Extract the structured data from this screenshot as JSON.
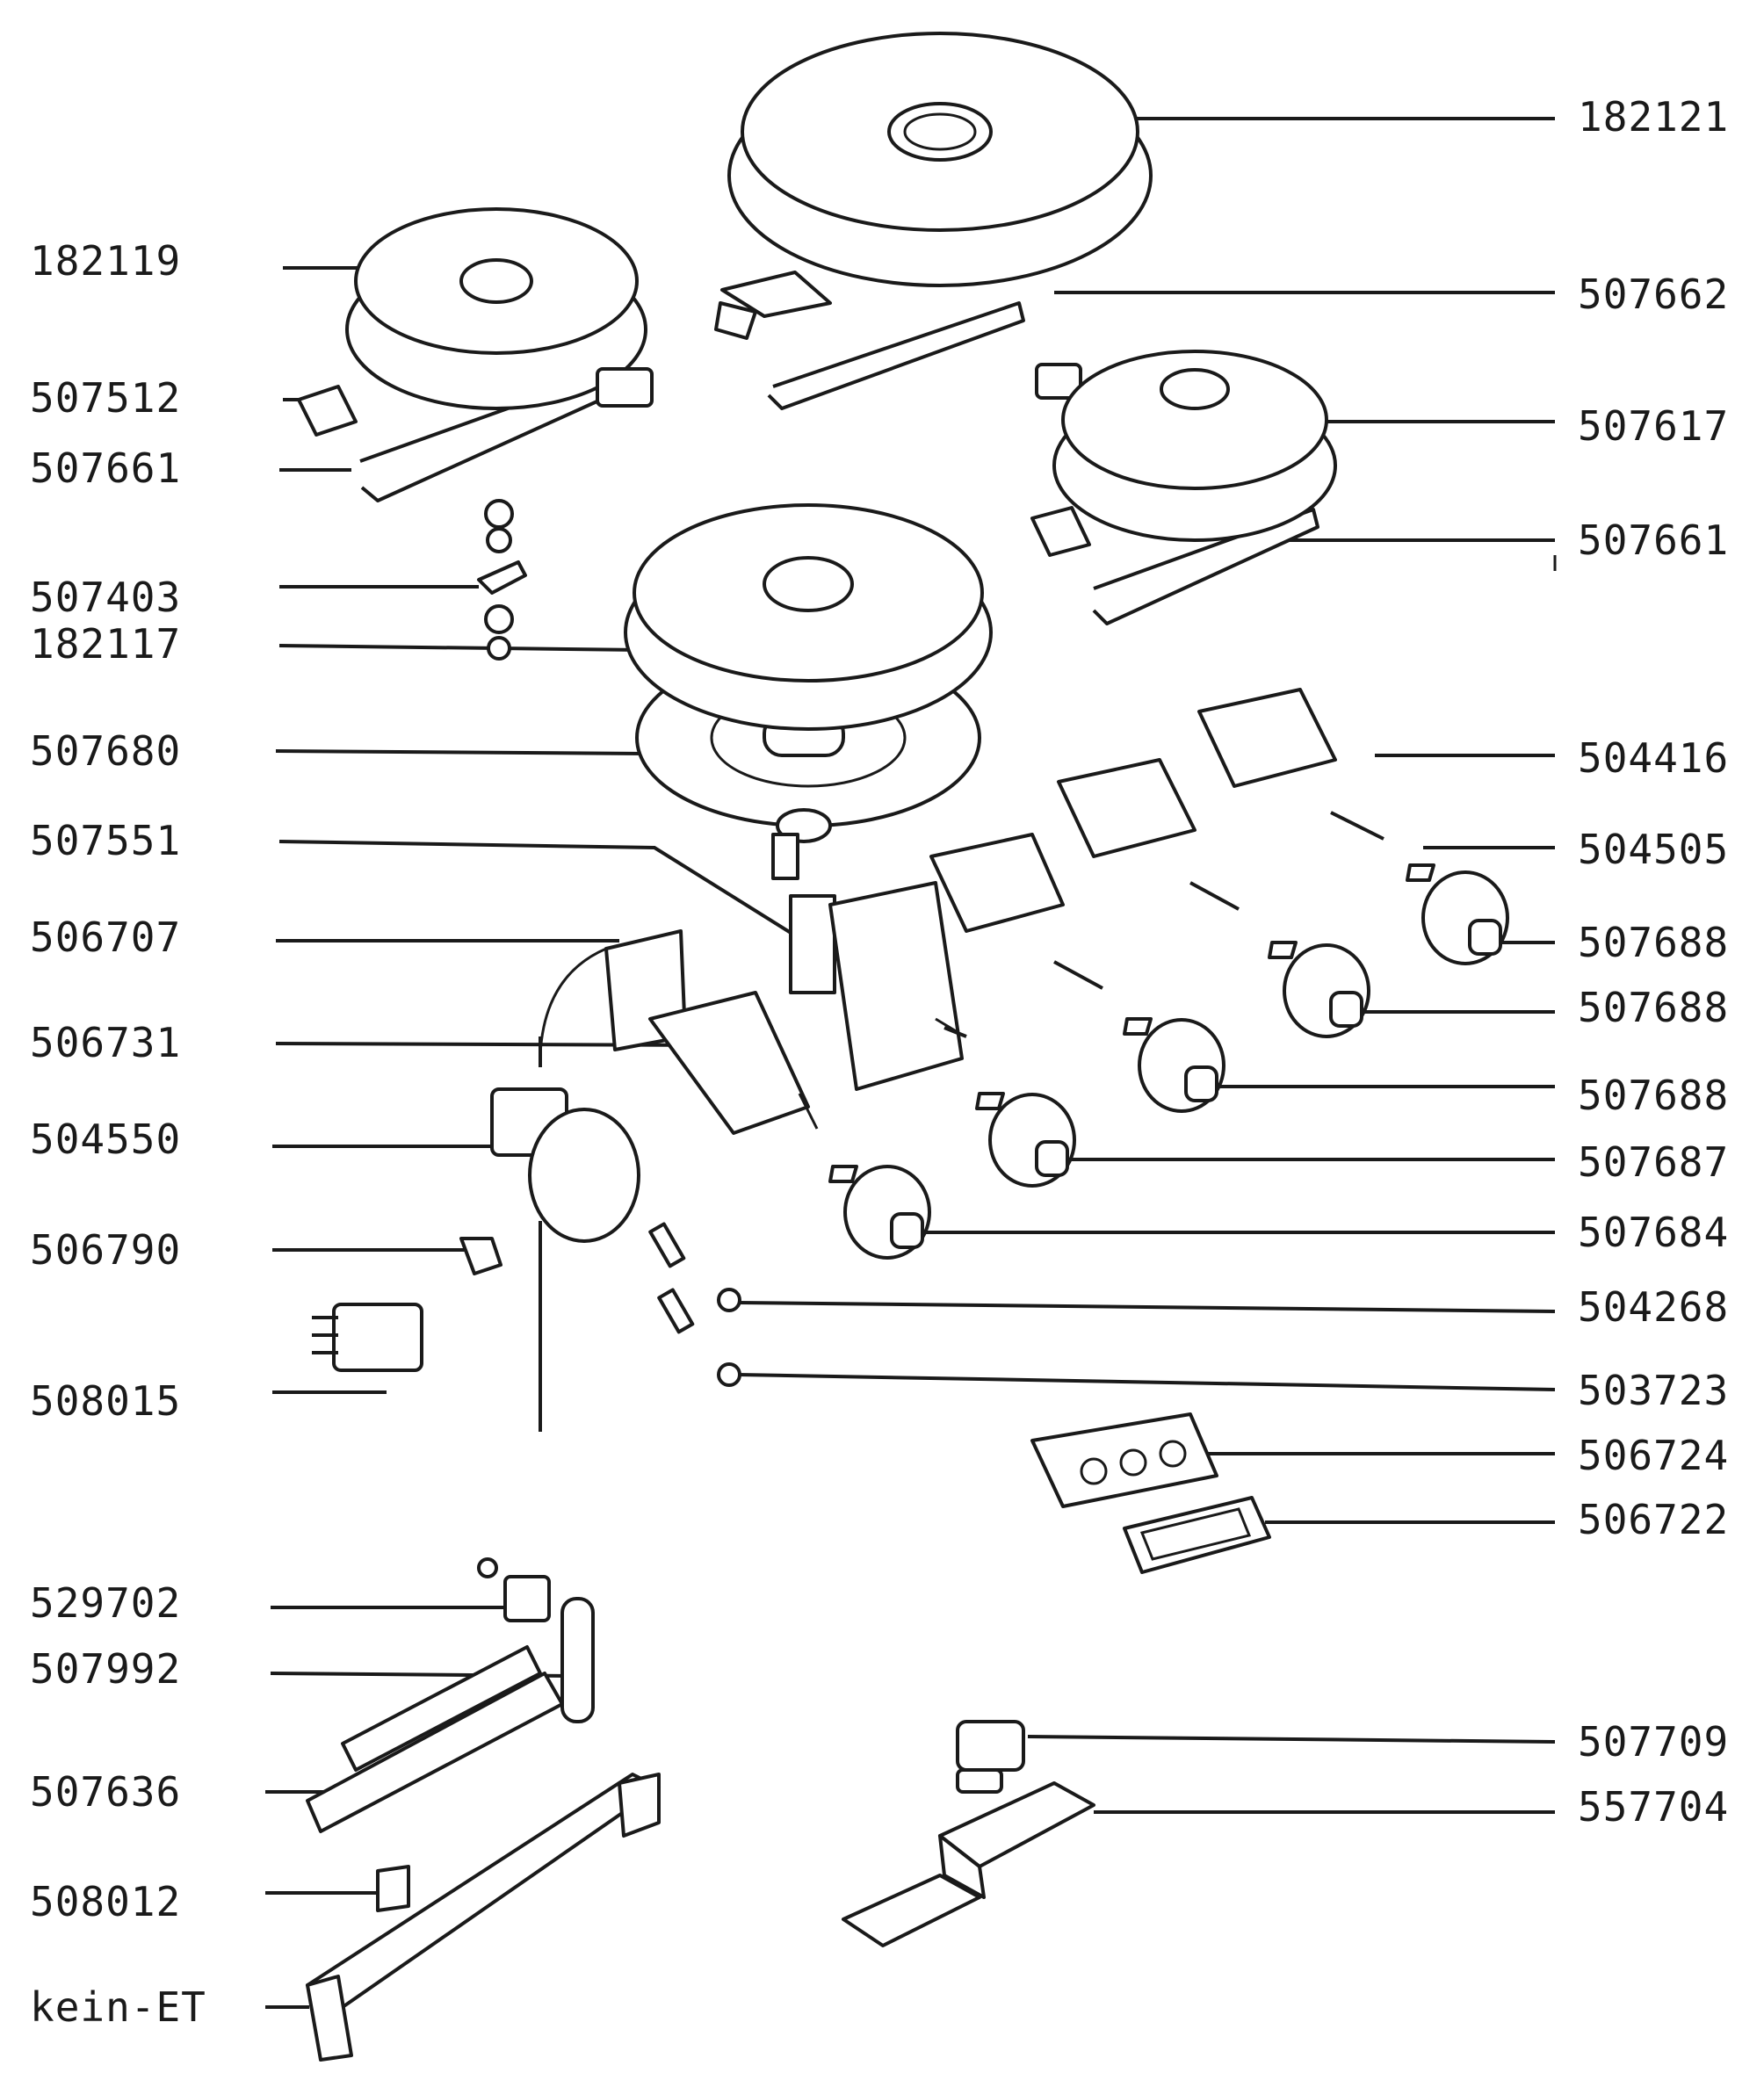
{
  "labels": {
    "left": [
      "182119",
      "507512",
      "507661",
      "507403",
      "182117",
      "507680",
      "507551",
      "506707",
      "506731",
      "504550",
      "506790",
      "508015",
      "529702",
      "507992",
      "507636",
      "508012",
      "kein-ET"
    ],
    "right": [
      "182121",
      "507662",
      "507617",
      "507661",
      "504416",
      "504505",
      "507688",
      "507688",
      "507688",
      "507687",
      "507684",
      "504268",
      "503723",
      "506724",
      "506722",
      "507709",
      "557704"
    ]
  }
}
